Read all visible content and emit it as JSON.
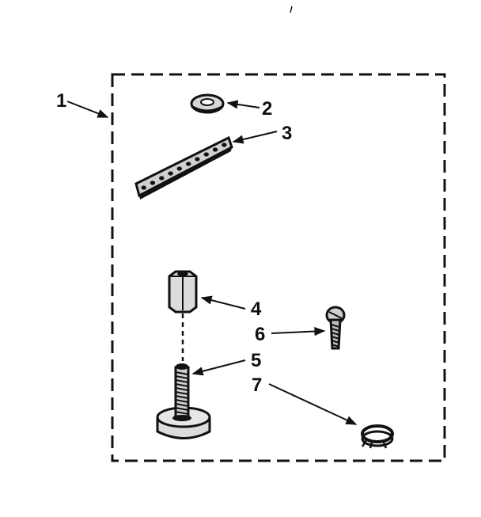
{
  "diagram": {
    "callouts": [
      {
        "id": "1",
        "text": "1"
      },
      {
        "id": "2",
        "text": "2"
      },
      {
        "id": "3",
        "text": "3"
      },
      {
        "id": "4",
        "text": "4"
      },
      {
        "id": "5",
        "text": "5"
      },
      {
        "id": "6",
        "text": "6"
      },
      {
        "id": "7",
        "text": "7"
      }
    ],
    "ink_color": "#111111",
    "background_color": "#ffffff"
  }
}
